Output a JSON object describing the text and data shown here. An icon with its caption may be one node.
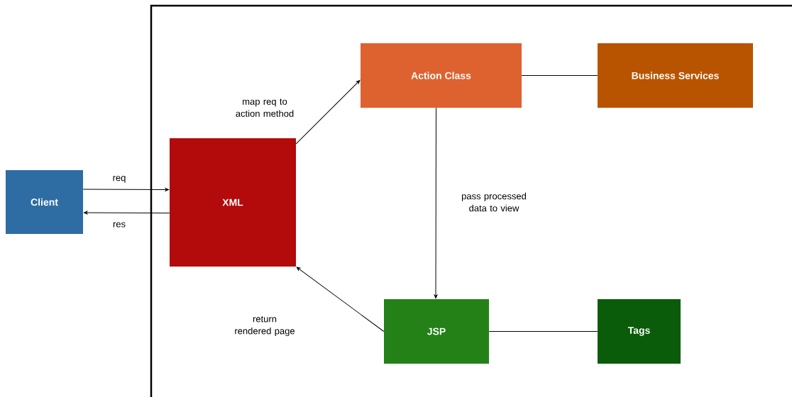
{
  "diagram": {
    "nodes": [
      {
        "text": [
          "Client"
        ]
      },
      {
        "text": [
          "XML"
        ]
      },
      {
        "text": [
          "Action Class"
        ]
      },
      {
        "text": [
          "Business Services"
        ]
      },
      {
        "text": [
          "JSP"
        ]
      },
      {
        "text": [
          "Tags"
        ]
      }
    ],
    "edges": [
      {
        "from": 0,
        "to": 1,
        "arrow": "to",
        "label": "req"
      },
      {
        "from": 1,
        "to": 0,
        "arrow": "to",
        "label": "res"
      },
      {
        "from": 1,
        "to": 2,
        "arrow": "to",
        "label": "map req to action method"
      },
      {
        "from": 2,
        "to": 3,
        "arrow": "none"
      },
      {
        "from": 2,
        "to": 4,
        "arrow": "to",
        "label": "pass processed data to view"
      },
      {
        "from": 4,
        "to": 1,
        "arrow": "to",
        "label": "return rendered page"
      },
      {
        "from": 4,
        "to": 5,
        "arrow": "none"
      }
    ]
  }
}
